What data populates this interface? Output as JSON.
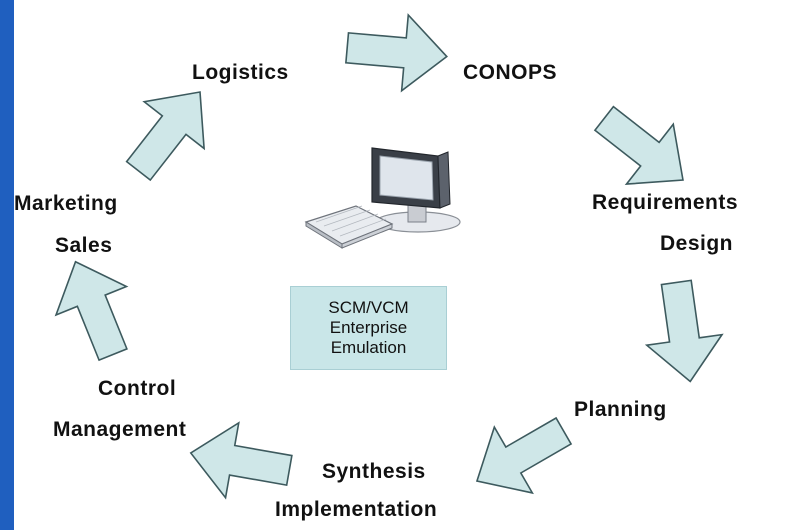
{
  "diagram": {
    "stages": {
      "logistics": "Logistics",
      "conops": "CONOPS",
      "requirements": "Requirements",
      "design": "Design",
      "planning": "Planning",
      "synthesis": "Synthesis",
      "implementation": "Implementation",
      "control": "Control",
      "management": "Management",
      "marketing": "Marketing",
      "sales": "Sales"
    },
    "center_box": {
      "line1": "SCM/VCM",
      "line2": "Enterprise",
      "line3": "Emulation"
    },
    "arrow_fill": "#cfe7e8",
    "arrow_stroke": "#3d5a5e",
    "background_border": "#1f5fbf"
  }
}
